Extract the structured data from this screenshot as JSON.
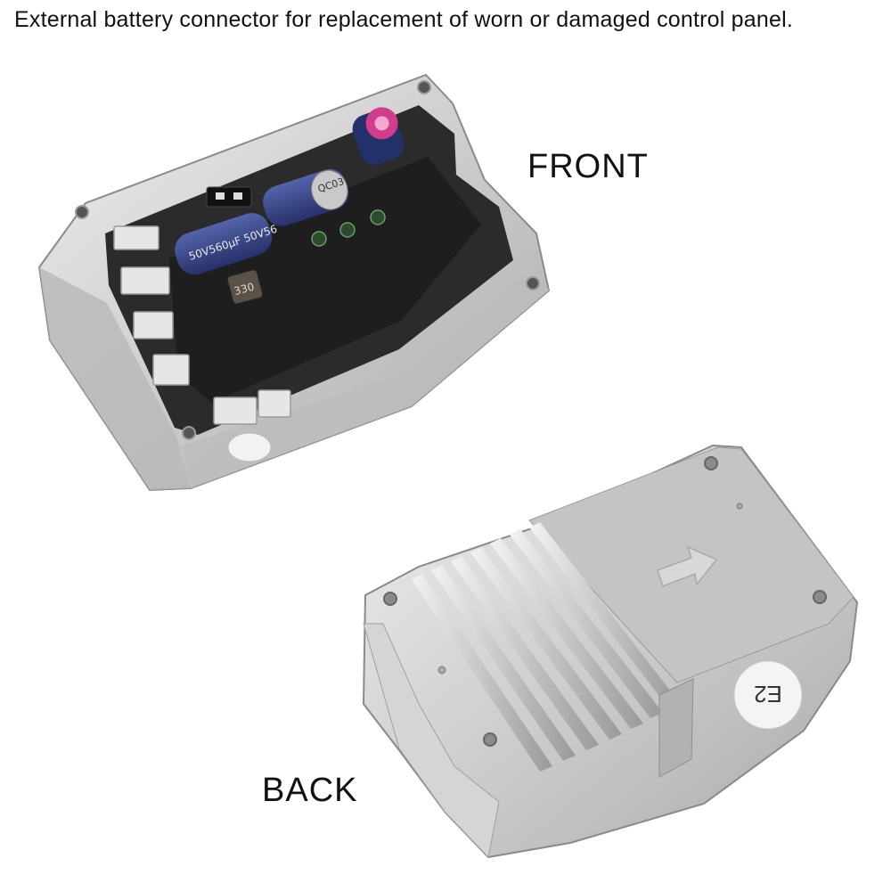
{
  "caption": "External battery connector for replacement of worn or damaged control panel.",
  "labels": {
    "front": "FRONT",
    "back": "BACK"
  },
  "product_markings": {
    "capacitor_1": "50V560µF 50V56",
    "capacitor_2": "QC03",
    "inductor": "330",
    "module_sticker": "E2"
  },
  "colors": {
    "aluminum": "#cfcfcf",
    "housing_interior": "#2a2a2a",
    "capacitor_blue": "#3a4a8c",
    "capacitor_pink": "#d23c8c"
  }
}
